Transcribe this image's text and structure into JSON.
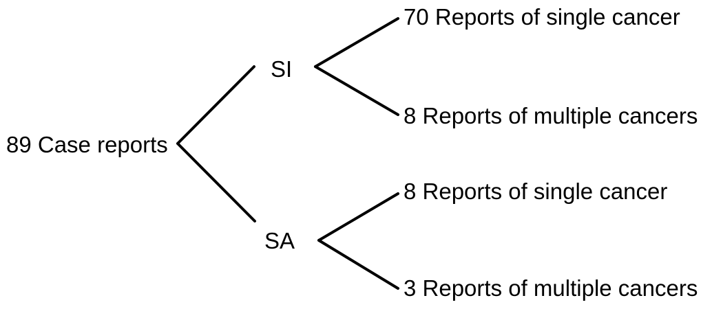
{
  "diagram": {
    "root": {
      "label": "89 Case reports"
    },
    "branches": [
      {
        "label": "SI",
        "children": [
          {
            "label": "70 Reports of single cancer"
          },
          {
            "label": "8 Reports of multiple cancers"
          }
        ]
      },
      {
        "label": "SA",
        "children": [
          {
            "label": "8 Reports of single cancer"
          },
          {
            "label": "3 Reports of multiple cancers"
          }
        ]
      }
    ],
    "colors": {
      "line": "#000000",
      "text": "#000000",
      "background": "#ffffff"
    }
  }
}
